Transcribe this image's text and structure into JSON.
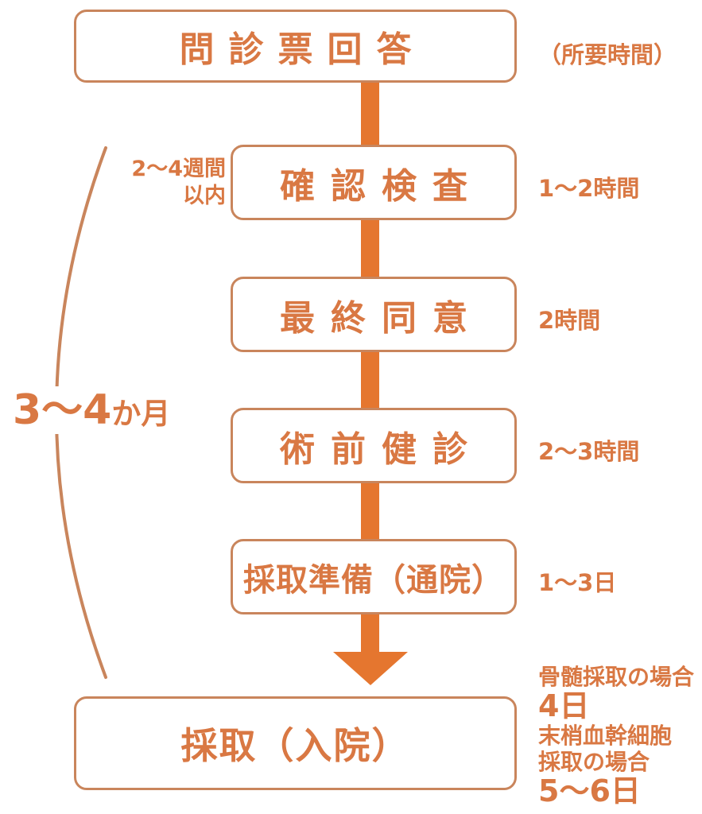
{
  "palette": {
    "accent_arrow": "#e5762f",
    "text_orange": "#d97843",
    "box_border": "#c9855c",
    "background": "#ffffff"
  },
  "diagram": {
    "title": "donation-process-flow",
    "duration_header": "（所要時間）",
    "steps": [
      {
        "label": "問診票回答",
        "note": "（所要時間）"
      },
      {
        "label": "確認検査",
        "note": "1〜2時間",
        "side_note_line1": "2〜4週間",
        "side_note_line2": "以内"
      },
      {
        "label": "最終同意",
        "note": "2時間"
      },
      {
        "label": "術前健診",
        "note": "2〜3時間"
      },
      {
        "label": "採取準備（通院）",
        "note": "1〜3日"
      },
      {
        "label": "採取（入院）",
        "notes": [
          {
            "text": "骨髄採取の場合",
            "size": "small"
          },
          {
            "text": "4日",
            "size": "large"
          },
          {
            "text": "末梢血幹細胞",
            "size": "small"
          },
          {
            "text": "採取の場合",
            "size": "small"
          },
          {
            "text": "5〜6日",
            "size": "large"
          }
        ]
      }
    ],
    "bracket": {
      "label_big": "3〜4",
      "label_small": "か月"
    }
  }
}
